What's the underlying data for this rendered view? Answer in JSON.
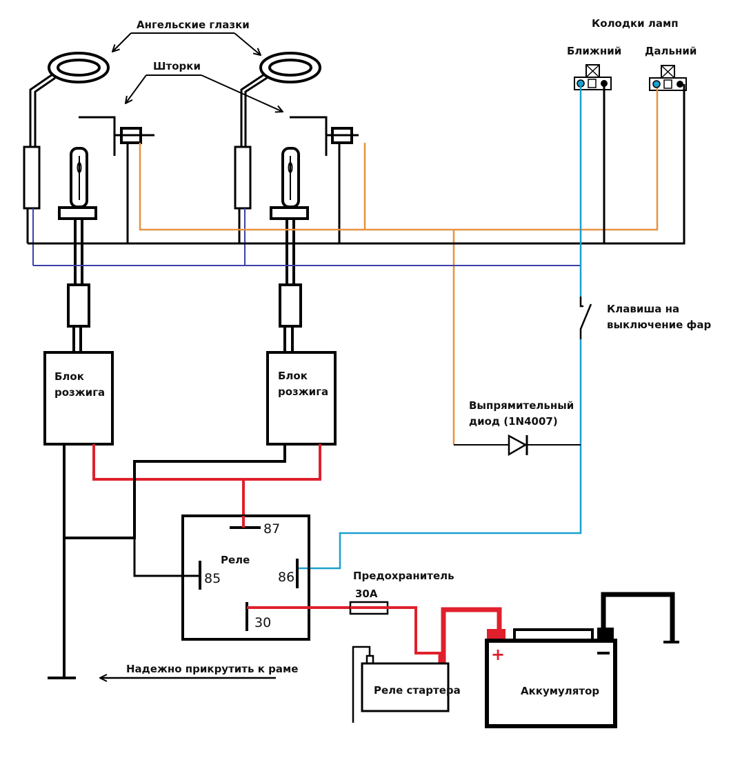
{
  "labels": {
    "angel_eyes": "Ангельские глазки",
    "shutters": "Шторки",
    "lamp_sockets": "Колодки ламп",
    "low_beam": "Ближний",
    "high_beam": "Дальний",
    "headlight_switch_line1": "Клавиша на",
    "headlight_switch_line2": "выключение фар",
    "ballast_left_line1": "Блок",
    "ballast_left_line2": "розжига",
    "ballast_right_line1": "Блок",
    "ballast_right_line2": "розжига",
    "diode_line1": "Выпрямительный",
    "diode_line2": "диод (1N4007)",
    "relay": "Реле",
    "fuse_line1": "Предохранитель",
    "fuse_line2": "30A",
    "ground_note": "Надежно прикрутить к раме",
    "starter_relay": "Реле стартера",
    "battery": "Аккумулятор",
    "battery_plus": "+",
    "battery_minus": "−"
  },
  "relay_pins": {
    "pin87": "87",
    "pin85": "85",
    "pin86": "86",
    "pin30": "30"
  },
  "wire_colors": {
    "power": "#e0202c",
    "ground": "#000000",
    "high_beam_signal": "#e8923e",
    "low_beam_signal": "#1b9fcc",
    "angel_eyes": "#3a3fa8"
  }
}
